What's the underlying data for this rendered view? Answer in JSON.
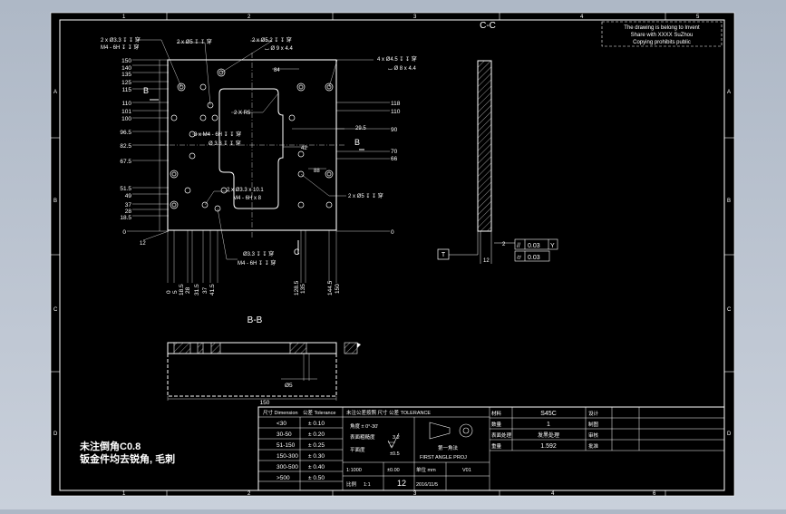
{
  "view_cc": "C-C",
  "view_bb": "B-B",
  "notice": [
    "The drawing is belong to Invent",
    "Share with XXXX SuZhou",
    "Copying prohibits public"
  ],
  "zones_top": [
    "1",
    "2",
    "3",
    "4",
    "5",
    "6"
  ],
  "zones_side": [
    "A",
    "B",
    "C",
    "D"
  ],
  "left_dims": [
    "150",
    "140",
    "135",
    "125",
    "115",
    "110",
    "101",
    "100",
    "96.5",
    "82.5",
    "67.5",
    "51.5",
    "49",
    "37",
    "28",
    "18.5",
    "0"
  ],
  "right_dims": [
    "118",
    "110",
    "90",
    "70",
    "66",
    "0"
  ],
  "bottom_dims": [
    "0",
    "5",
    "18.5",
    "28",
    "31.5",
    "37",
    "41.5",
    "128.5",
    "135",
    "144.5",
    "150"
  ],
  "annotations": {
    "c1": "2 x Ø3.3 ↧ ↧ 穿",
    "c1b": "M4 - 6H ↧ ↧ 穿",
    "c2": "2 x Ø5 ↧ ↧ 穿",
    "c3": "2 x Ø5.2 ↧ ↧ 穿",
    "c3b": "⌴ Ø 9 x 4.4",
    "c4": "4 x Ø4.5 ↧ ↧ 穿",
    "c4b": "⌴ Ø 8 x 4.4",
    "r5": "2 X R5",
    "c5": "3 x M4 - 6H ↧ ↧ 穿",
    "c5b": "Ø 3.3 ↧ ↧ 穿",
    "c6": "2 x Ø3.3 x 10.1",
    "c6b": "M4 - 6H x 8",
    "c7": "Ø3.3 ↧ ↧ 穿",
    "c7b": "M4 - 6H ↧ ↧ 穿",
    "c8": "2 x Ø5 ↧ ↧ 穿",
    "d84": "84",
    "d295": "29.5",
    "d42": "42",
    "d88": "88",
    "d12": "12",
    "sec_b": "B",
    "sec_c": "C",
    "d5": "Ø5",
    "d150": "150",
    "d12b": "12",
    "d2": "2"
  },
  "datum": "T",
  "tol1": [
    "//",
    "0.03",
    "Y"
  ],
  "tol2": [
    "⌭",
    "0.03"
  ],
  "note": [
    "未注倒角C0.8",
    "钣金件均去锐角, 毛刺"
  ],
  "tolerance_table": {
    "header": [
      "尺寸 Dimension",
      "公差 Tolerance"
    ],
    "rows": [
      [
        "<30",
        "± 0.10"
      ],
      [
        "30-50",
        "± 0.20"
      ],
      [
        "51-150",
        "± 0.25"
      ],
      [
        "150-300",
        "± 0.30"
      ],
      [
        "300-500",
        "± 0.40"
      ],
      [
        ">500",
        "± 0.50"
      ]
    ]
  },
  "mid_header": "未注公差按照 尺寸 公差 TOLERANCE",
  "angle": "角度 ± 0°-30'",
  "rough_label": "表面粗糙度",
  "rough_val": "3.2",
  "flat_label": "平面度",
  "flat_val": "±0.5",
  "scale_label": "比例",
  "scale_val": "1:1",
  "units": "单位 mm",
  "sheet": "12",
  "proj_label": "第一角法",
  "proj": "FIRST ANGLE PROJ",
  "rev": "V01",
  "date": "2016/11/5",
  "scale_text": "1:1000",
  "scale_text2": "±0.00",
  "material_label": "材料",
  "material": "S45C",
  "qty_label": "数量",
  "qty": "1",
  "treat_label": "表面处理",
  "treat": "发黑处理",
  "weight_label": "重量",
  "weight": "1.592",
  "r_labels": [
    "设计",
    "制图",
    "审核",
    "批准"
  ],
  "r_vals": [
    "",
    "",
    "",
    ""
  ]
}
